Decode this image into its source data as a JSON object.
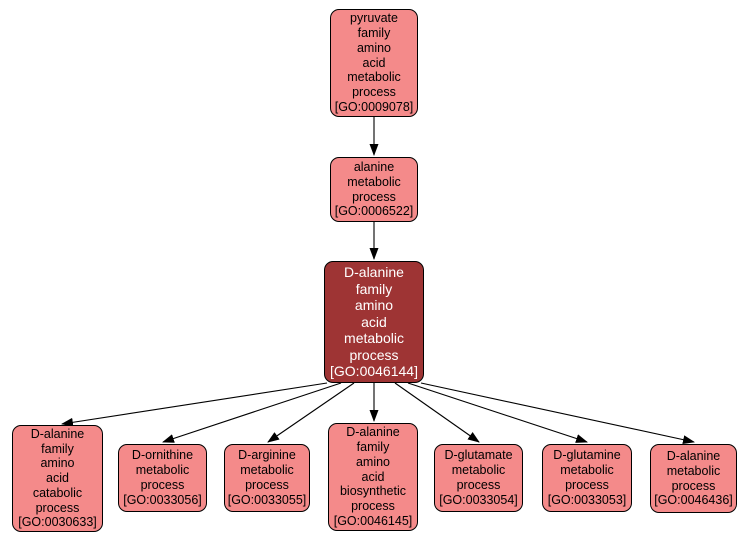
{
  "diagram": {
    "kind": "gene-ontology-term-graph",
    "background_color": "#ffffff",
    "node_fill_color": "#f48a8a",
    "node_border_color": "#000000",
    "node_text_color": "#000000",
    "focus_node_fill_color": "#9e3434",
    "focus_node_text_color": "#ffffff",
    "edge_color": "#000000"
  },
  "nodes": [
    {
      "id": "GO:0009078",
      "term": "pyruvate family amino acid metabolic process",
      "role": "ancestor",
      "label": "pyruvate\nfamily\namino\nacid\nmetabolic\nprocess\n[GO:0009078]"
    },
    {
      "id": "GO:0006522",
      "term": "alanine metabolic process",
      "role": "ancestor",
      "label": "alanine\nmetabolic\nprocess\n[GO:0006522]"
    },
    {
      "id": "GO:0046144",
      "term": "D-alanine family amino acid metabolic process",
      "role": "focus",
      "label": "D-alanine\nfamily\namino\nacid\nmetabolic\nprocess\n[GO:0046144]"
    },
    {
      "id": "GO:0030633",
      "term": "D-alanine family amino acid catabolic process",
      "role": "child",
      "label": "D-alanine\nfamily\namino\nacid\ncatabolic\nprocess\n[GO:0030633]"
    },
    {
      "id": "GO:0033056",
      "term": "D-ornithine metabolic process",
      "role": "child",
      "label": "D-ornithine\nmetabolic\nprocess\n[GO:0033056]"
    },
    {
      "id": "GO:0033055",
      "term": "D-arginine metabolic process",
      "role": "child",
      "label": "D-arginine\nmetabolic\nprocess\n[GO:0033055]"
    },
    {
      "id": "GO:0046145",
      "term": "D-alanine family amino acid biosynthetic process",
      "role": "child",
      "label": "D-alanine\nfamily\namino\nacid\nbiosynthetic\nprocess\n[GO:0046145]"
    },
    {
      "id": "GO:0033054",
      "term": "D-glutamate metabolic process",
      "role": "child",
      "label": "D-glutamate\nmetabolic\nprocess\n[GO:0033054]"
    },
    {
      "id": "GO:0033053",
      "term": "D-glutamine metabolic process",
      "role": "child",
      "label": "D-glutamine\nmetabolic\nprocess\n[GO:0033053]"
    },
    {
      "id": "GO:0046436",
      "term": "D-alanine metabolic process",
      "role": "child",
      "label": "D-alanine\nmetabolic\nprocess\n[GO:0046436]"
    }
  ],
  "edges": [
    {
      "source": "GO:0009078",
      "target": "GO:0006522"
    },
    {
      "source": "GO:0006522",
      "target": "GO:0046144"
    },
    {
      "source": "GO:0046144",
      "target": "GO:0030633"
    },
    {
      "source": "GO:0046144",
      "target": "GO:0033056"
    },
    {
      "source": "GO:0046144",
      "target": "GO:0033055"
    },
    {
      "source": "GO:0046144",
      "target": "GO:0046145"
    },
    {
      "source": "GO:0046144",
      "target": "GO:0033054"
    },
    {
      "source": "GO:0046144",
      "target": "GO:0033053"
    },
    {
      "source": "GO:0046144",
      "target": "GO:0046436"
    }
  ]
}
